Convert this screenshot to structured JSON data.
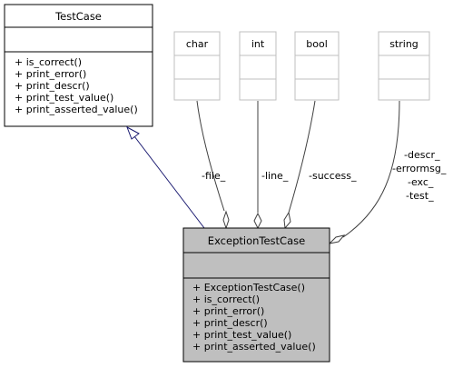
{
  "colors": {
    "box_border": "#000000",
    "faded_border": "#bfbfbf",
    "highlight_fill": "#bfbfbf",
    "inherit_arrow": "#191970",
    "association_line": "#404040"
  },
  "classes": {
    "testcase": {
      "name": "TestCase",
      "methods": [
        "+ is_correct()",
        "+ print_error()",
        "+ print_descr()",
        "+ print_test_value()",
        "+ print_asserted_value()"
      ]
    },
    "char": {
      "name": "char"
    },
    "int": {
      "name": "int"
    },
    "bool": {
      "name": "bool"
    },
    "string": {
      "name": "string"
    },
    "exception": {
      "name": "ExceptionTestCase",
      "methods": [
        "+ ExceptionTestCase()",
        "+ is_correct()",
        "+ print_error()",
        "+ print_descr()",
        "+ print_test_value()",
        "+ print_asserted_value()"
      ]
    }
  },
  "edges": {
    "file": "-file_",
    "line": "-line_",
    "success": "-success_",
    "string_labels": [
      "-descr_",
      "-errormsg_",
      "-exc_",
      "-test_"
    ]
  }
}
